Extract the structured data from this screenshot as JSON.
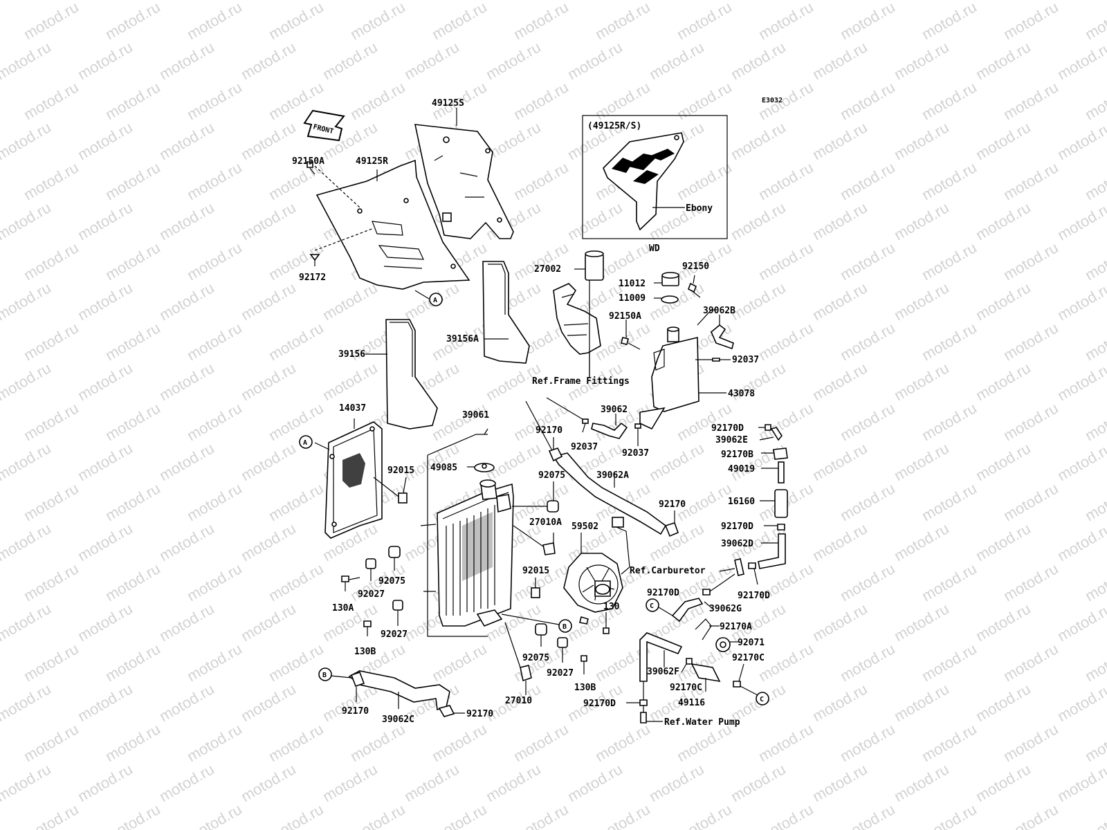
{
  "diagram_code": "E3032",
  "watermark_text": "motod.ru",
  "front_label": "FRONT",
  "inset": {
    "title": "(49125R/S)",
    "label": "Ebony",
    "caption": "WD"
  },
  "callouts": {
    "A": "A",
    "B": "B",
    "C": "C"
  },
  "references": {
    "frame": "Ref.Frame Fittings",
    "carburetor": "Ref.Carburetor",
    "water_pump": "Ref.Water Pump"
  },
  "parts": {
    "p49125S": "49125S",
    "p92150A_1": "92150A",
    "p49125R": "49125R",
    "p92172": "92172",
    "p39156": "39156",
    "p39156A": "39156A",
    "p27002": "27002",
    "p11012": "11012",
    "p92150": "92150",
    "p11009": "11009",
    "p92150A_2": "92150A",
    "p39062B": "39062B",
    "p92037_1": "92037",
    "p43078": "43078",
    "p14037": "14037",
    "p39061": "39061",
    "p39062": "39062",
    "p92170_1": "92170",
    "p92037_2": "92037",
    "p92037_3": "92037",
    "p92170D_1": "92170D",
    "p39062E": "39062E",
    "p92170B": "92170B",
    "p49019": "49019",
    "p92015_1": "92015",
    "p49085": "49085",
    "p92075_1": "92075",
    "p39062A": "39062A",
    "p16160": "16160",
    "p92170_2": "92170",
    "p27010A": "27010A",
    "p59502": "59502",
    "p92170D_2": "92170D",
    "p39062D": "39062D",
    "p92015_2": "92015",
    "p92075_2": "92075",
    "p92027_1": "92027",
    "p130A": "130A",
    "p92170D_3": "92170D",
    "p92170D_4": "92170D",
    "p39062G": "39062G",
    "p130": "130",
    "p92027_2": "92027",
    "p130B_1": "130B",
    "p92170A": "92170A",
    "p92071": "92071",
    "p92075_3": "92075",
    "p92027_3": "92027",
    "p92170C_1": "92170C",
    "p39062F": "39062F",
    "p92170C_2": "92170C",
    "p130B_2": "130B",
    "p49116": "49116",
    "p27010": "27010",
    "p92170D_5": "92170D",
    "p92170_3": "92170",
    "p39062C": "39062C",
    "p92170_4": "92170"
  }
}
